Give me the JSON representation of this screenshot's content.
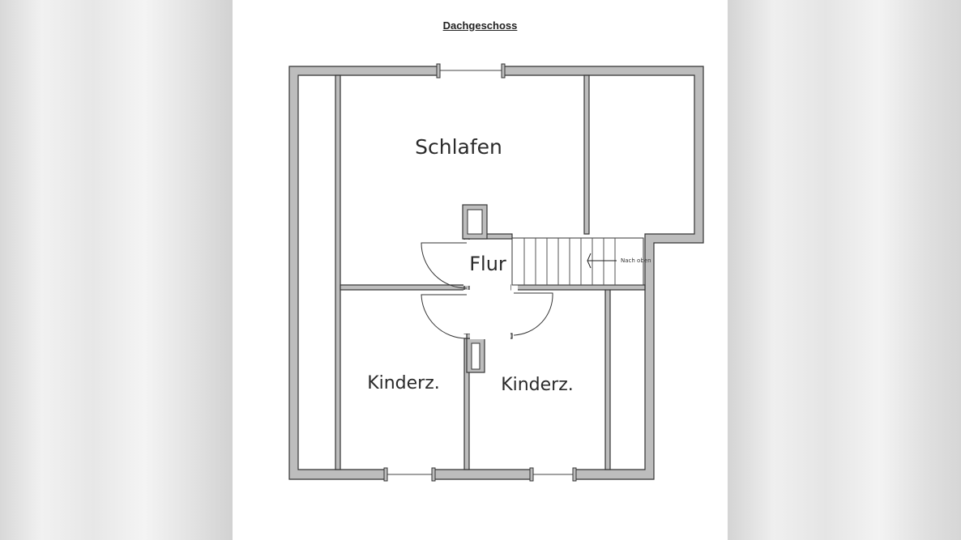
{
  "floor_title": "Dachgeschoss",
  "rooms": {
    "schlafen": "Schlafen",
    "flur": "Flur",
    "kinderz_left": "Kinderz.",
    "kinderz_right": "Kinderz."
  },
  "stairs_label": "Nach oben",
  "colors": {
    "wall_fill": "#bdbdbd",
    "wall_stroke": "#333333",
    "background": "#ffffff"
  }
}
